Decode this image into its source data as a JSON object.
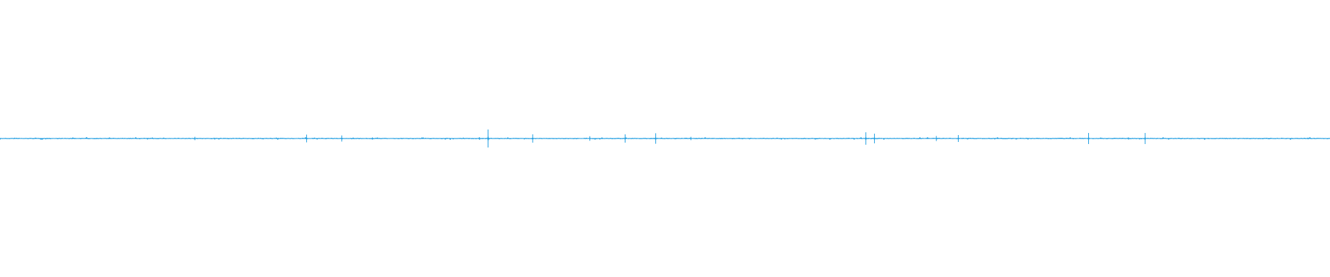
{
  "waveform": {
    "color": "#1a9be0",
    "background": "#ffffff",
    "spikes": [
      {
        "t": 0.1465,
        "amp": 0.012
      },
      {
        "t": 0.2305,
        "amp": 0.028
      },
      {
        "t": 0.257,
        "amp": 0.022
      },
      {
        "t": 0.28,
        "amp": 0.008
      },
      {
        "t": 0.3605,
        "amp": 0.01
      },
      {
        "t": 0.367,
        "amp": 0.065
      },
      {
        "t": 0.4005,
        "amp": 0.03
      },
      {
        "t": 0.4435,
        "amp": 0.016
      },
      {
        "t": 0.47,
        "amp": 0.03
      },
      {
        "t": 0.493,
        "amp": 0.038
      },
      {
        "t": 0.5195,
        "amp": 0.012
      },
      {
        "t": 0.651,
        "amp": 0.045
      },
      {
        "t": 0.6575,
        "amp": 0.035
      },
      {
        "t": 0.704,
        "amp": 0.018
      },
      {
        "t": 0.7205,
        "amp": 0.025
      },
      {
        "t": 0.8185,
        "amp": 0.04
      },
      {
        "t": 0.861,
        "amp": 0.04
      },
      {
        "t": 0.8485,
        "amp": 0.008
      },
      {
        "t": 0.9835,
        "amp": 0.006
      }
    ]
  }
}
